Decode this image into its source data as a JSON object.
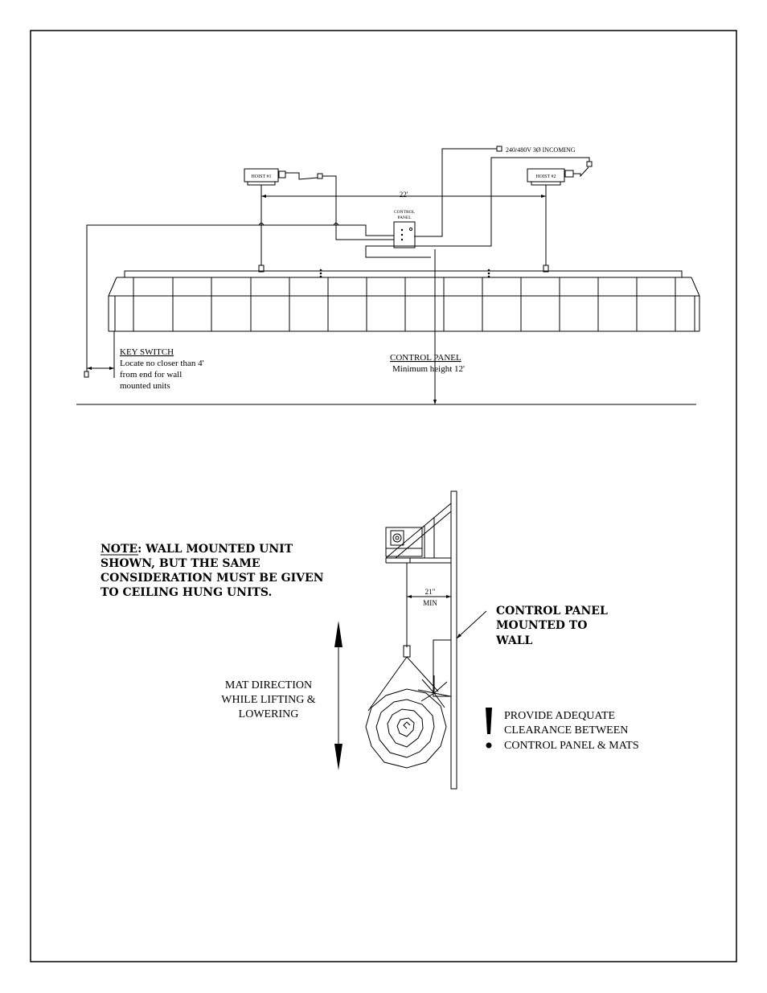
{
  "top_diagram": {
    "hoist1_label": "HOIST #1",
    "hoist2_label": "HOIST #2",
    "distance_label": "22'",
    "incoming_label": "240/480V 3Ø INCOMING",
    "control_panel_box_label_line1": "CONTROL",
    "control_panel_box_label_line2": "PANEL",
    "key_switch": {
      "title": "KEY SWITCH",
      "lines": [
        "Locate no closer than 4'",
        "from end for wall",
        "mounted units"
      ]
    },
    "control_panel_note": {
      "title": "CONTROL PANEL",
      "line": "Minimum height 12'"
    }
  },
  "bottom_diagram": {
    "note_lines": [
      "NOTE: WALL MOUNTED UNIT",
      "SHOWN, BUT THE SAME",
      "CONSIDERATION MUST BE GIVEN",
      "TO CEILING HUNG UNITS."
    ],
    "clearance_value": "21\"",
    "clearance_unit": "MIN",
    "control_panel_wall_lines": [
      "CONTROL PANEL",
      "MOUNTED TO",
      "WALL"
    ],
    "mat_direction_lines": [
      "MAT DIRECTION",
      "WHILE LIFTING &",
      "LOWERING"
    ],
    "warning_lines": [
      "PROVIDE ADEQUATE",
      "CLEARANCE BETWEEN",
      "CONTROL PANEL & MATS"
    ]
  }
}
